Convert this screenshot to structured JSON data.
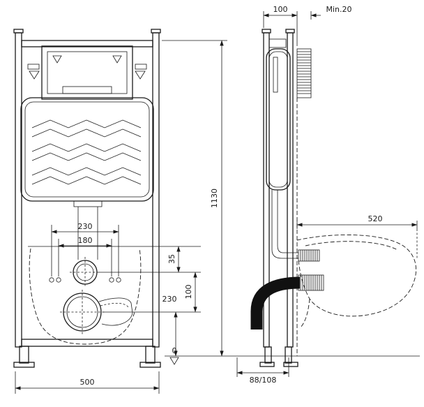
{
  "drawing": {
    "dims": {
      "top_offset": "100",
      "wall_min": "Min.20",
      "frame_height": "1130",
      "pan_depth": "520",
      "fixing_outer": "230",
      "fixing_inner": "180",
      "inlet_offset": "35",
      "inlet_to_outlet": "100",
      "outlet_height": "230",
      "floor_level": "0",
      "outlet_pipe": "88/108",
      "frame_width": "500"
    }
  }
}
